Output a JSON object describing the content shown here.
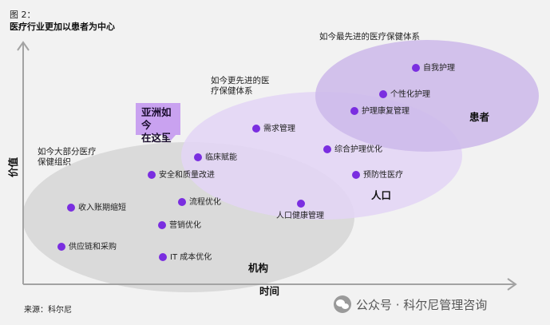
{
  "figure": {
    "label": "图 2：",
    "title": "医疗行业更加以患者为中心"
  },
  "axes": {
    "x_label": "时间",
    "y_label": "价值"
  },
  "zones": {
    "institution": "机构",
    "population": "人口",
    "patient": "患者"
  },
  "stage_labels": {
    "today": "如今大部分医疗\n保健组织",
    "more_advanced": "如今更先进的医\n疗保健体系",
    "most_advanced": "如今最先进的医疗保健体系"
  },
  "callout": "亚洲如今\n在这里",
  "items": [
    {
      "label": "自我护理"
    },
    {
      "label": "个性化护理"
    },
    {
      "label": "护理康复管理"
    },
    {
      "label": "需求管理"
    },
    {
      "label": "综合护理优化"
    },
    {
      "label": "临床赋能"
    },
    {
      "label": "预防性医疗"
    },
    {
      "label": "安全和质量改进"
    },
    {
      "label": "人口健康管理"
    },
    {
      "label": "流程优化"
    },
    {
      "label": "收入账期缩短"
    },
    {
      "label": "营销优化"
    },
    {
      "label": "供应链和采购"
    },
    {
      "label": "IT 成本优化"
    }
  ],
  "source": "来源：科尔尼",
  "watermark": "公众号 · 科尔尼管理咨询",
  "colors": {
    "dot": "#7a2ee0",
    "institution_fill": "#d9d9d9",
    "population_fill": "#e6d9f7",
    "patient_fill": "#d2bfec",
    "callout": "#c9a2f0",
    "axis": "#a0a0a0"
  }
}
